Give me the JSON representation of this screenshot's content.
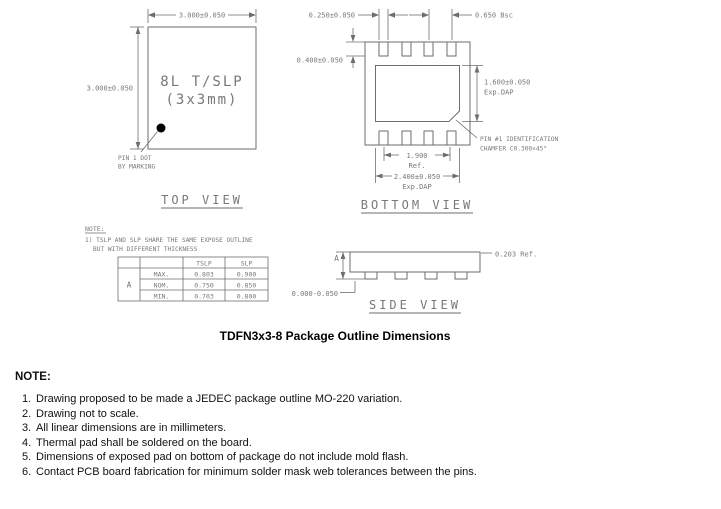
{
  "colors": {
    "drawing_line": "#6e6e6e",
    "drawing_text": "#787878",
    "ink": "#111111",
    "background": "#ffffff"
  },
  "drawing": {
    "top_view": {
      "label": "TOP VIEW",
      "dim_width": "3.000±0.050",
      "dim_height": "3.000±0.050",
      "part_line1": "8L T/SLP",
      "part_line2": "(3x3mm)",
      "pin1_line1": "PIN 1 DOT",
      "pin1_line2": "BY MARKING"
    },
    "bottom_view": {
      "label": "BOTTOM VIEW",
      "dim_pin_width": "0.250±0.050",
      "dim_pitch": "0.650 Bsc",
      "dim_pin_length": "0.400±0.050",
      "dim_dap_height": "1.600±0.050",
      "dim_dap_height_sub": "Exp.DAP",
      "dim_pin_span": "1.900",
      "dim_pin_span_sub": "Ref.",
      "dim_dap_width": "2.400±0.050",
      "dim_dap_width_sub": "Exp.DAP",
      "chamfer_line1": "PIN #1 IDENTIFICATION",
      "chamfer_line2": "CHAMFER C0.300×45°"
    },
    "side_view": {
      "label": "SIDE VIEW",
      "dim_height": "A",
      "dim_lead_thickness": "0.203 Ref.",
      "dim_standoff": "0.000-0.050"
    },
    "thickness_note": {
      "title": "NOTE:",
      "line1": "1) TSLP AND SLP SHARE THE SAME EXPOSE OUTLINE",
      "line2": "BUT WITH DIFFERENT THICKNESS",
      "table": {
        "dim_label": "A",
        "col_tslp": "TSLP",
        "col_slp": "SLP",
        "rows": [
          {
            "label": "MAX.",
            "tslp": "0.803",
            "slp": "0.900"
          },
          {
            "label": "NOM.",
            "tslp": "0.750",
            "slp": "0.850"
          },
          {
            "label": "MIN.",
            "tslp": "0.703",
            "slp": "0.800"
          }
        ]
      }
    },
    "caption": "TDFN3x3-8 Package Outline Dimensions"
  },
  "notes": {
    "title": "NOTE:",
    "items": [
      {
        "num": "1.",
        "text": "Drawing proposed to be made a JEDEC package outline MO-220 variation."
      },
      {
        "num": "2.",
        "text": "Drawing not to scale."
      },
      {
        "num": "3.",
        "text": "All linear dimensions are in millimeters."
      },
      {
        "num": "4.",
        "text": "Thermal pad shall be soldered on the board."
      },
      {
        "num": "5.",
        "text": "Dimensions of exposed pad on bottom of package do not include mold flash."
      },
      {
        "num": "6.",
        "text": "Contact PCB board fabrication for minimum solder mask web tolerances between the pins."
      }
    ]
  }
}
